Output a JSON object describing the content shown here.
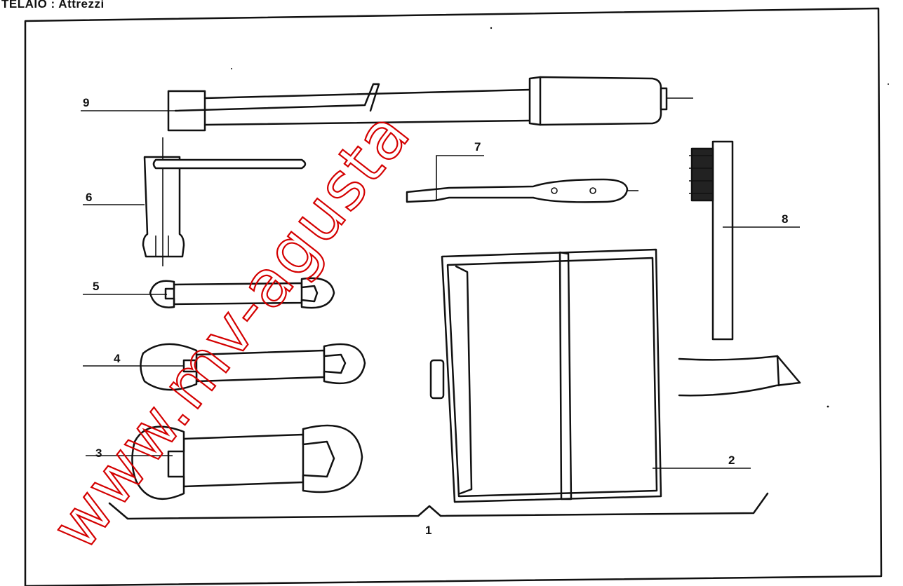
{
  "header": {
    "title": "TELAIO : Attrezzi"
  },
  "callouts": {
    "c1": "1",
    "c2": "2",
    "c3": "3",
    "c4": "4",
    "c5": "5",
    "c6": "6",
    "c7": "7",
    "c8": "8",
    "c9": "9"
  },
  "watermark": {
    "text": "www.mv-agusta"
  },
  "colors": {
    "line": "#111111",
    "watermark": "#d40000",
    "background": "#ffffff"
  }
}
